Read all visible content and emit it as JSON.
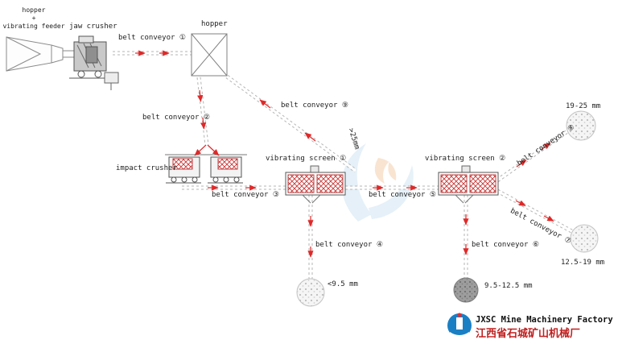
{
  "labels": {
    "feeder_line1": "hopper",
    "feeder_line2": "+",
    "feeder_line3": "vibrating feeder",
    "jaw_crusher": "jaw crusher",
    "hopper": "hopper",
    "impact_crusher": "impact crusher",
    "screen1": "vibrating screen ①",
    "screen2": "vibrating screen ②"
  },
  "conveyors": {
    "c1": "belt conveyor ①",
    "c2": "belt conveyor ②",
    "c3": "belt conveyor ③",
    "c4": "belt conveyor ④",
    "c5": "belt conveyor ⑤",
    "c6": "belt conveyor ⑥",
    "c7": "belt conveyor ⑦",
    "c8": "belt conveyor ⑧",
    "c9": "belt conveyor ⑨"
  },
  "products": {
    "oversize": ">25mm",
    "fine": "<9.5 mm",
    "mid": "9.5-12.5 mm",
    "large": "12.5-19 mm",
    "xlarge": "19-25 mm"
  },
  "footer": {
    "company_en": "JXSC Mine Machinery Factory",
    "company_cn": "江西省石城矿山机械厂"
  },
  "colors": {
    "arrow_red": "#e02828",
    "screen_hatch_red": "#c93636",
    "conveyor_gray": "#b4b4b4",
    "brand_blue": "#1b7fc4",
    "brand_red": "#c02020"
  }
}
